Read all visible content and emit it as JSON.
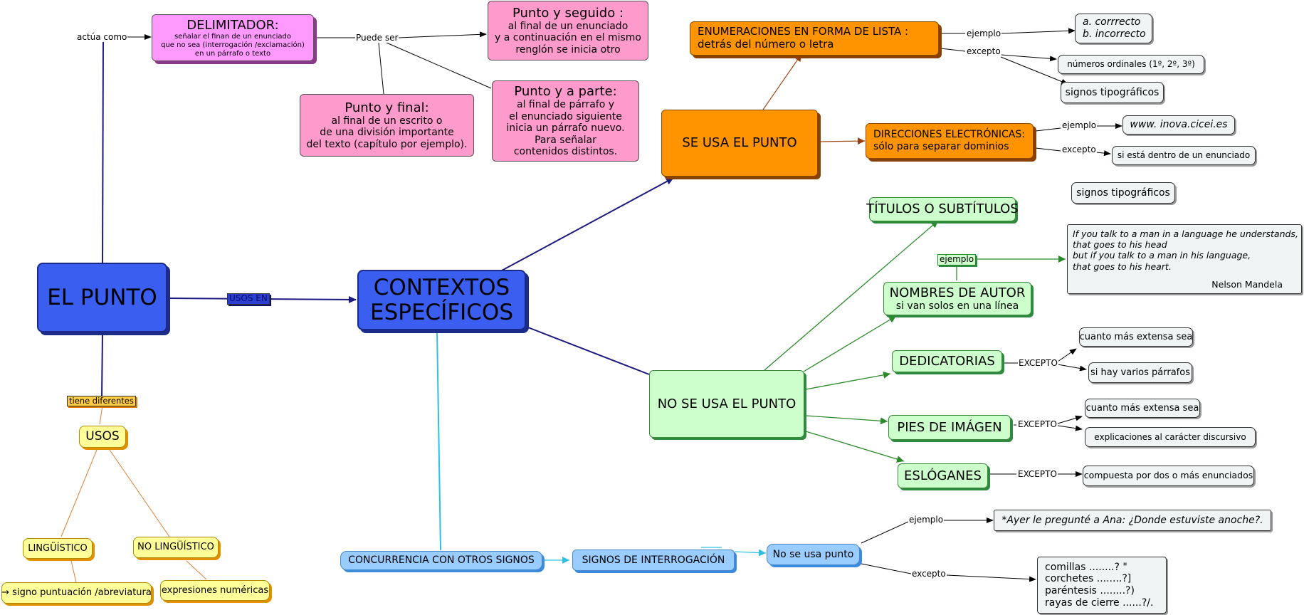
{
  "nodes": {
    "el_punto": "EL PUNTO",
    "contextos": [
      "CONTEXTOS",
      "ESPECÍFICOS"
    ],
    "delimitador": [
      "DELIMITADOR:",
      "señalar el finan de un enunciado",
      "que no sea (interrogación /exclamación)",
      "en un párrafo o texto"
    ],
    "punto_seguido": [
      "Punto y seguido :",
      "al final de un enunciado",
      "y a continuación en el mismo",
      "renglón se inicia otro"
    ],
    "punto_final": [
      "Punto y final:",
      "al final de un escrito o",
      "de una división importante",
      "del texto (capítulo por ejemplo)."
    ],
    "punto_aparte": [
      "Punto y a parte:",
      "al final de párrafo y",
      "el enunciado siguiente",
      "inicia un párrafo nuevo.",
      "Para señalar",
      "contenidos distintos."
    ],
    "se_usa": "SE USA EL PUNTO",
    "enumeraciones": [
      "ENUMERACIONES EN FORMA DE LISTA :",
      "detrás del número o letra"
    ],
    "enum_ejemplo": [
      "a. corrrecto",
      "b. incorrecto"
    ],
    "ordinales": "números ordinales (1º, 2º, 3º)",
    "signos_tipo_1": "signos tipográficos",
    "direcciones": [
      "DIRECCIONES ELECTRÓNICAS:",
      "sólo para separar dominios"
    ],
    "web": "www. inova.cicei.es",
    "si_esta": "si está dentro de un enunciado",
    "signos_tipo_2": "signos tipográficos",
    "titulos": "TÍTULOS O SUBTÍTULOS",
    "cita": [
      "If you talk to a man in a language he understands,",
      "that goes to his head",
      "but if you talk to a man in his language,",
      "that goes to his heart."
    ],
    "cita_autor": "Nelson Mandela",
    "nombres": [
      "NOMBRES DE AUTOR",
      "si van solos en una línea"
    ],
    "dedicatorias": "DEDICATORIAS",
    "extensa_1": "cuanto más extensa sea",
    "varios": "si hay varios párrafos",
    "no_se_usa": "NO SE USA EL PUNTO",
    "pies": "PIES DE IMÁGEN",
    "extensa_2": "cuanto más extensa sea",
    "explicaciones": "explicaciones al carácter discursivo",
    "esloganes": "ESLÓGANES",
    "compuesta": "compuesta por dos o más enunciados",
    "usos": "USOS",
    "linguistico": "LINGÜÍSTICO",
    "no_linguistico": "NO LINGÜÍSTICO",
    "signo_puntuacion": "→ signo puntuación /abreviatura",
    "expresiones": "expresiones numéricas",
    "concurrencia": "CONCURRENCIA CON OTROS SIGNOS",
    "interrogacion": "SIGNOS DE INTERROGACIÓN",
    "no_se_usa_punto": "No se usa punto",
    "ayer": "*Ayer le pregunté a Ana: ¿Donde estuviste anoche?.",
    "comillas": [
      "comillas ........? \"",
      "corchetes ........?]",
      "paréntesis ........?)",
      "rayas de cierre ......?/."
    ]
  },
  "labels": {
    "actua_como": "actúa como",
    "puede_ser": "Puede ser",
    "usos_en": "USOS EN",
    "tiene_diferentes": "tiene diferentes",
    "ejemplo": "ejemplo",
    "excepto": "excepto",
    "excepto_caps": "EXCEPTO"
  },
  "colors": {
    "blue_node": "#3a5ef0",
    "pink_node": "#ff99cc",
    "magenta_node": "#ff99ff",
    "orange_node": "#ff9400",
    "green_node": "#ccffcc",
    "yellow_node": "#ffff99",
    "lightblue_node": "#99ccff",
    "navy_line": "#1a1a80",
    "green_line": "#2a8a2a",
    "orange_line": "#e08030",
    "cyan_line": "#2ec0e0"
  }
}
